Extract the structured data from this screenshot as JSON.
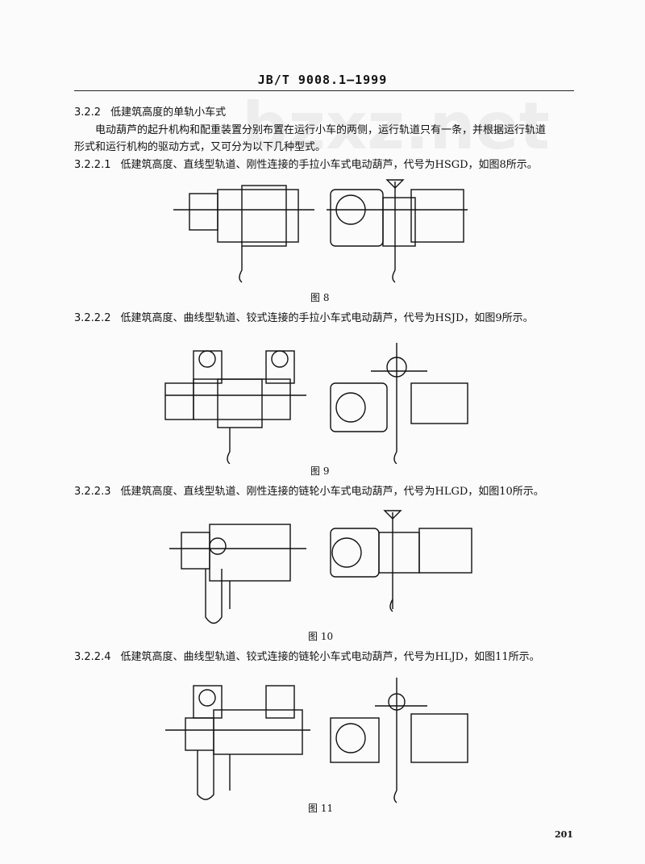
{
  "header": "JB/T 9008.1—1999",
  "watermark": "bzxz.net",
  "sections": [
    {
      "num": "3.2.2",
      "text": "低建筑高度的单轨小车式"
    },
    {
      "num": "",
      "text": "电动葫芦的起升机构和配重装置分别布置在运行小车的两侧，运行轨道只有一条，并根据运行轨道"
    },
    {
      "num": "",
      "text": "形式和运行机构的驱动方式，又可分为以下几种型式。"
    },
    {
      "num": "3.2.2.1",
      "text": "低建筑高度、直线型轨道、刚性连接的手拉小车式电动葫芦，代号为HSGD，如图8所示。"
    },
    {
      "num": "3.2.2.2",
      "text": "低建筑高度、曲线型轨道、铰式连接的手拉小车式电动葫芦，代号为HSJD，如图9所示。"
    },
    {
      "num": "3.2.2.3",
      "text": "低建筑高度、直线型轨道、刚性连接的链轮小车式电动葫芦，代号为HLGD，如图10所示。"
    },
    {
      "num": "3.2.2.4",
      "text": "低建筑高度、曲线型轨道、铰式连接的链轮小车式电动葫芦，代号为HLJD，如图11所示。"
    }
  ],
  "figures": [
    "图 8",
    "图 9",
    "图 10",
    "图 11"
  ],
  "page_number": "201"
}
